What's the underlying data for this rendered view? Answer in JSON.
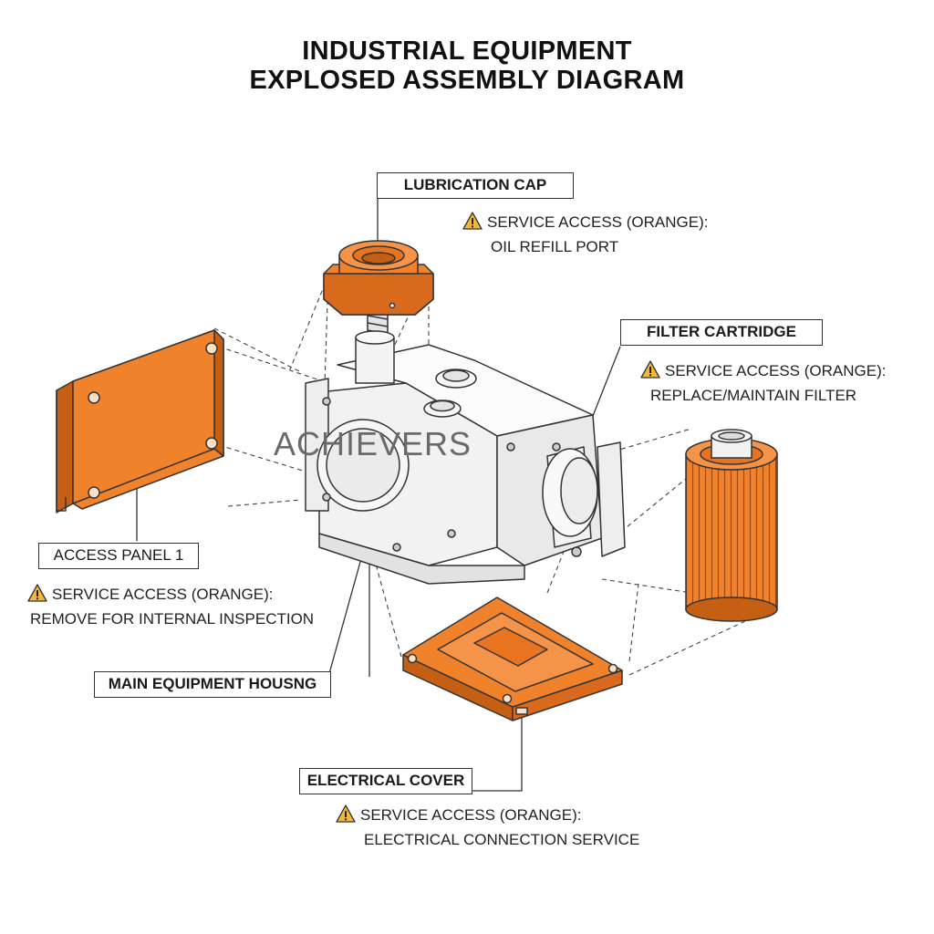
{
  "title": {
    "line1": "INDUSTRIAL EQUIPMENT",
    "line2": "EXPLOSED ASSEMBLY DIAGRAM"
  },
  "watermark": "ACHIEVERS",
  "components": {
    "lubrication_cap": {
      "label": "LUBRICATION CAP",
      "note_line1": "SERVICE ACCESS (ORANGE):",
      "note_line2": "OIL REFILL PORT"
    },
    "filter_cartridge": {
      "label": "FILTER CARTRIDGE",
      "note_line1": "SERVICE ACCESS (ORANGE):",
      "note_line2": "REPLACE/MAINTAIN FILTER"
    },
    "access_panel": {
      "label": "ACCESS PANEL 1",
      "note_line1": "SERVICE ACCESS (ORANGE):",
      "note_line2": "REMOVE FOR INTERNAL INSPECTION"
    },
    "main_housing": {
      "label": "MAIN EQUIPMENT HOUSNG"
    },
    "electrical_cover": {
      "label": "ELECTRICAL COVER",
      "note_line1": "SERVICE ACCESS (ORANGE):",
      "note_line2": "ELECTRICAL CONNECTION SERVICE"
    }
  },
  "colors": {
    "service_part": "#f0822c",
    "service_part_dark": "#c45f14",
    "outline": "#333333",
    "housing_fill": "#f4f4f4",
    "warning": "#f5b73b"
  },
  "icons": {
    "warning": "warning-triangle-icon"
  }
}
